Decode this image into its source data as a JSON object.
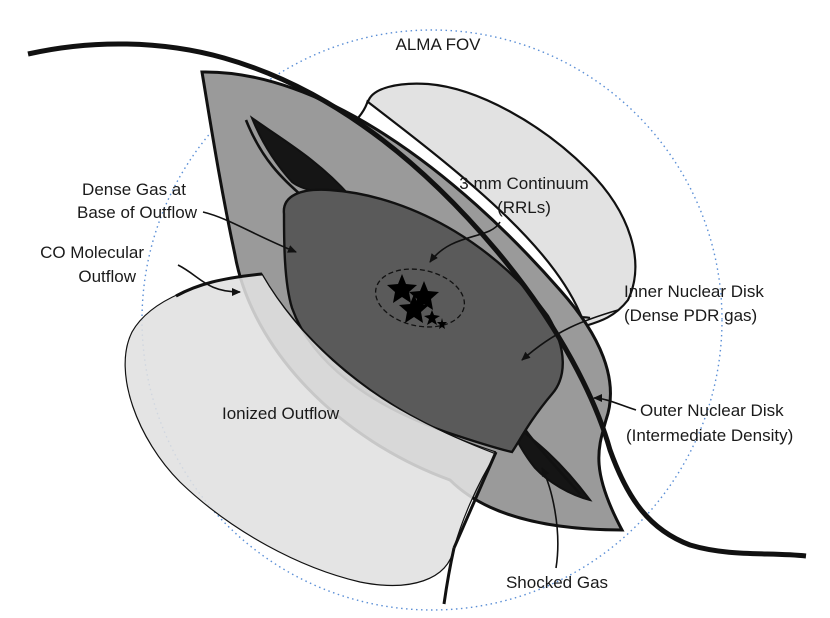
{
  "labels": {
    "alma_fov": "ALMA FOV",
    "dense_gas_1": "Dense Gas at",
    "dense_gas_2": "Base of Outflow",
    "continuum_1": "3 mm Continuum",
    "continuum_2": "(RRLs)",
    "co_outflow_1": "CO Molecular",
    "co_outflow_2": "Outflow",
    "inner_disk_1": "Inner Nuclear Disk",
    "inner_disk_2": "(Dense PDR gas)",
    "ionized_outflow": "Ionized Outflow",
    "outer_disk_1": "Outer Nuclear Disk",
    "outer_disk_2": "(Intermediate Density)",
    "shocked_gas": "Shocked Gas"
  },
  "colors": {
    "outer_disk": "#9a9a9a",
    "inner_disk": "#5a5a5a",
    "outflow_light": "#e2e2e2",
    "outflow_front": "#e0e0e0",
    "shocked_gas": "#151515",
    "fov_circle": "#5b8fd6"
  }
}
